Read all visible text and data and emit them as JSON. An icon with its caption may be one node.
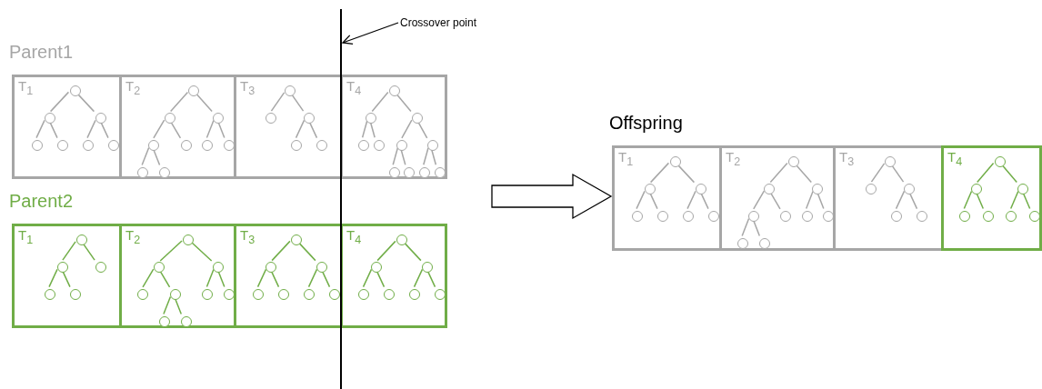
{
  "diagram": {
    "nodes": [
      {
        "text": [
          "Crossover point"
        ]
      },
      {
        "text": [],
        "shape": "bar"
      },
      {
        "text": [
          "Parent1"
        ]
      },
      {
        "text": [
          "T$_{1}$"
        ],
        "in": 2
      },
      {
        "text": [],
        "shape": "circle",
        "in": 3
      },
      {
        "text": [],
        "shape": "circle",
        "in": 3
      },
      {
        "text": [],
        "shape": "circle",
        "in": 3
      },
      {
        "text": [],
        "shape": "circle",
        "in": 3
      },
      {
        "text": [],
        "shape": "circle",
        "in": 3
      },
      {
        "text": [],
        "shape": "circle",
        "in": 3
      },
      {
        "text": [],
        "shape": "circle",
        "in": 3
      },
      {
        "text": [
          "T$_{2}$"
        ],
        "in": 2
      },
      {
        "text": [],
        "shape": "circle",
        "in": 11
      },
      {
        "text": [],
        "shape": "circle",
        "in": 11
      },
      {
        "text": [],
        "shape": "circle",
        "in": 11
      },
      {
        "text": [],
        "shape": "circle",
        "in": 11
      },
      {
        "text": [],
        "shape": "circle",
        "in": 11
      },
      {
        "text": [],
        "shape": "circle",
        "in": 11
      },
      {
        "text": [],
        "shape": "circle",
        "in": 11
      },
      {
        "text": [],
        "shape": "circle",
        "in": 11
      },
      {
        "text": [],
        "shape": "circle",
        "in": 11
      },
      {
        "text": [
          "T$_{3}$"
        ],
        "in": 2
      },
      {
        "text": [],
        "shape": "circle",
        "in": 21
      },
      {
        "text": [],
        "shape": "circle",
        "in": 21
      },
      {
        "text": [],
        "shape": "circle",
        "in": 21
      },
      {
        "text": [],
        "shape": "circle",
        "in": 21
      },
      {
        "text": [],
        "shape": "circle",
        "in": 21
      },
      {
        "text": [
          "T$_{4}$"
        ],
        "in": 2
      },
      {
        "text": [],
        "shape": "circle",
        "in": 27
      },
      {
        "text": [],
        "shape": "circle",
        "in": 27
      },
      {
        "text": [],
        "shape": "circle",
        "in": 27
      },
      {
        "text": [],
        "shape": "circle",
        "in": 27
      },
      {
        "text": [],
        "shape": "circle",
        "in": 27
      },
      {
        "text": [],
        "shape": "circle",
        "in": 27
      },
      {
        "text": [],
        "shape": "circle",
        "in": 27
      },
      {
        "text": [],
        "shape": "circle",
        "in": 27
      },
      {
        "text": [],
        "shape": "circle",
        "in": 27
      },
      {
        "text": [],
        "shape": "circle",
        "in": 27
      },
      {
        "text": [],
        "shape": "circle",
        "in": 27
      },
      {
        "text": [
          "Parent2"
        ]
      },
      {
        "text": [
          "T$_{1}$"
        ],
        "in": 39
      },
      {
        "text": [],
        "shape": "circle",
        "in": 40
      },
      {
        "text": [],
        "shape": "circle",
        "in": 40
      },
      {
        "text": [],
        "shape": "circle",
        "in": 40
      },
      {
        "text": [],
        "shape": "circle",
        "in": 40
      },
      {
        "text": [],
        "shape": "circle",
        "in": 40
      },
      {
        "text": [
          "T$_{2}$"
        ],
        "in": 39
      },
      {
        "text": [],
        "shape": "circle",
        "in": 46
      },
      {
        "text": [],
        "shape": "circle",
        "in": 46
      },
      {
        "text": [],
        "shape": "circle",
        "in": 46
      },
      {
        "text": [],
        "shape": "circle",
        "in": 46
      },
      {
        "text": [],
        "shape": "circle",
        "in": 46
      },
      {
        "text": [],
        "shape": "circle",
        "in": 46
      },
      {
        "text": [],
        "shape": "circle",
        "in": 46
      },
      {
        "text": [],
        "shape": "circle",
        "in": 46
      },
      {
        "text": [],
        "shape": "circle",
        "in": 46
      },
      {
        "text": [
          "T$_{3}$"
        ],
        "in": 39
      },
      {
        "text": [],
        "shape": "circle",
        "in": 56
      },
      {
        "text": [],
        "shape": "circle",
        "in": 56
      },
      {
        "text": [],
        "shape": "circle",
        "in": 56
      },
      {
        "text": [],
        "shape": "circle",
        "in": 56
      },
      {
        "text": [],
        "shape": "circle",
        "in": 56
      },
      {
        "text": [],
        "shape": "circle",
        "in": 56
      },
      {
        "text": [],
        "shape": "circle",
        "in": 56
      },
      {
        "text": [
          "T$_{4}$"
        ],
        "in": 39
      },
      {
        "text": [],
        "shape": "circle",
        "in": 64
      },
      {
        "text": [],
        "shape": "circle",
        "in": 64
      },
      {
        "text": [],
        "shape": "circle",
        "in": 64
      },
      {
        "text": [],
        "shape": "circle",
        "in": 64
      },
      {
        "text": [],
        "shape": "circle",
        "in": 64
      },
      {
        "text": [],
        "shape": "circle",
        "in": 64
      },
      {
        "text": [],
        "shape": "circle",
        "in": 64
      },
      {
        "text": [
          "Offspring"
        ]
      },
      {
        "text": [
          "T$_{1}$"
        ],
        "in": 72
      },
      {
        "text": [],
        "shape": "circle",
        "in": 73
      },
      {
        "text": [],
        "shape": "circle",
        "in": 73
      },
      {
        "text": [],
        "shape": "circle",
        "in": 73
      },
      {
        "text": [],
        "shape": "circle",
        "in": 73
      },
      {
        "text": [],
        "shape": "circle",
        "in": 73
      },
      {
        "text": [],
        "shape": "circle",
        "in": 73
      },
      {
        "text": [],
        "shape": "circle",
        "in": 73
      },
      {
        "text": [
          "T$_{2}$"
        ],
        "in": 72
      },
      {
        "text": [],
        "shape": "circle",
        "in": 81
      },
      {
        "text": [],
        "shape": "circle",
        "in": 81
      },
      {
        "text": [],
        "shape": "circle",
        "in": 81
      },
      {
        "text": [],
        "shape": "circle",
        "in": 81
      },
      {
        "text": [],
        "shape": "circle",
        "in": 81
      },
      {
        "text": [],
        "shape": "circle",
        "in": 81
      },
      {
        "text": [],
        "shape": "circle",
        "in": 81
      },
      {
        "text": [],
        "shape": "circle",
        "in": 81
      },
      {
        "text": [],
        "shape": "circle",
        "in": 81
      },
      {
        "text": [
          "T$_{3}$"
        ],
        "in": 72
      },
      {
        "text": [],
        "shape": "circle",
        "in": 91
      },
      {
        "text": [],
        "shape": "circle",
        "in": 91
      },
      {
        "text": [],
        "shape": "circle",
        "in": 91
      },
      {
        "text": [],
        "shape": "circle",
        "in": 91
      },
      {
        "text": [],
        "shape": "circle",
        "in": 91
      },
      {
        "text": [
          "T$_{4}$"
        ],
        "in": 72
      },
      {
        "text": [],
        "shape": "circle",
        "in": 97
      },
      {
        "text": [],
        "shape": "circle",
        "in": 97
      },
      {
        "text": [],
        "shape": "circle",
        "in": 97
      },
      {
        "text": [],
        "shape": "circle",
        "in": 97
      },
      {
        "text": [],
        "shape": "circle",
        "in": 97
      },
      {
        "text": [],
        "shape": "circle",
        "in": 97
      },
      {
        "text": [],
        "shape": "circle",
        "in": 97
      }
    ],
    "edges": [
      {
        "from": 0,
        "to": 1,
        "arrow": "to",
        "color": "#000000"
      },
      {
        "from": null,
        "to": 72,
        "arrow": "to",
        "style": "thick",
        "color": "#000000"
      },
      {
        "from": 4,
        "to": 5,
        "arrow": "none"
      },
      {
        "from": 4,
        "to": 6,
        "arrow": "none"
      },
      {
        "from": 5,
        "to": 7,
        "arrow": "none"
      },
      {
        "from": 5,
        "to": 8,
        "arrow": "none"
      },
      {
        "from": 6,
        "to": 9,
        "arrow": "none"
      },
      {
        "from": 6,
        "to": 10,
        "arrow": "none"
      },
      {
        "from": 12,
        "to": 13,
        "arrow": "none"
      },
      {
        "from": 12,
        "to": 14,
        "arrow": "none"
      },
      {
        "from": 13,
        "to": 15,
        "arrow": "none"
      },
      {
        "from": 13,
        "to": 16,
        "arrow": "none"
      },
      {
        "from": 14,
        "to": 17,
        "arrow": "none"
      },
      {
        "from": 14,
        "to": 18,
        "arrow": "none"
      },
      {
        "from": 15,
        "to": 19,
        "arrow": "none"
      },
      {
        "from": 15,
        "to": 20,
        "arrow": "none"
      },
      {
        "from": 22,
        "to": 23,
        "arrow": "none"
      },
      {
        "from": 22,
        "to": 24,
        "arrow": "none"
      },
      {
        "from": 24,
        "to": 25,
        "arrow": "none"
      },
      {
        "from": 24,
        "to": 26,
        "arrow": "none"
      },
      {
        "from": 28,
        "to": 29,
        "arrow": "none"
      },
      {
        "from": 28,
        "to": 30,
        "arrow": "none"
      },
      {
        "from": 29,
        "to": 31,
        "arrow": "none"
      },
      {
        "from": 29,
        "to": 32,
        "arrow": "none"
      },
      {
        "from": 30,
        "to": 33,
        "arrow": "none"
      },
      {
        "from": 30,
        "to": 34,
        "arrow": "none"
      },
      {
        "from": 33,
        "to": 35,
        "arrow": "none"
      },
      {
        "from": 33,
        "to": 36,
        "arrow": "none"
      },
      {
        "from": 34,
        "to": 37,
        "arrow": "none"
      },
      {
        "from": 34,
        "to": 38,
        "arrow": "none"
      },
      {
        "from": 41,
        "to": 42,
        "arrow": "none",
        "color": "#70ad47"
      },
      {
        "from": 41,
        "to": 43,
        "arrow": "none",
        "color": "#70ad47"
      },
      {
        "from": 42,
        "to": 44,
        "arrow": "none",
        "color": "#70ad47"
      },
      {
        "from": 42,
        "to": 45,
        "arrow": "none",
        "color": "#70ad47"
      },
      {
        "from": 47,
        "to": 48,
        "arrow": "none",
        "color": "#70ad47"
      },
      {
        "from": 47,
        "to": 49,
        "arrow": "none",
        "color": "#70ad47"
      },
      {
        "from": 48,
        "to": 50,
        "arrow": "none",
        "color": "#70ad47"
      },
      {
        "from": 48,
        "to": 51,
        "arrow": "none",
        "color": "#70ad47"
      },
      {
        "from": 49,
        "to": 52,
        "arrow": "none",
        "color": "#70ad47"
      },
      {
        "from": 49,
        "to": 53,
        "arrow": "none",
        "color": "#70ad47"
      },
      {
        "from": 51,
        "to": 54,
        "arrow": "none",
        "color": "#70ad47"
      },
      {
        "from": 51,
        "to": 55,
        "arrow": "none",
        "color": "#70ad47"
      },
      {
        "from": 57,
        "to": 58,
        "arrow": "none",
        "color": "#70ad47"
      },
      {
        "from": 57,
        "to": 59,
        "arrow": "none",
        "color": "#70ad47"
      },
      {
        "from": 58,
        "to": 60,
        "arrow": "none",
        "color": "#70ad47"
      },
      {
        "from": 58,
        "to": 61,
        "arrow": "none",
        "color": "#70ad47"
      },
      {
        "from": 59,
        "to": 62,
        "arrow": "none",
        "color": "#70ad47"
      },
      {
        "from": 59,
        "to": 63,
        "arrow": "none",
        "color": "#70ad47"
      },
      {
        "from": 65,
        "to": 66,
        "arrow": "none",
        "color": "#70ad47"
      },
      {
        "from": 65,
        "to": 67,
        "arrow": "none",
        "color": "#70ad47"
      },
      {
        "from": 66,
        "to": 68,
        "arrow": "none",
        "color": "#70ad47"
      },
      {
        "from": 66,
        "to": 69,
        "arrow": "none",
        "color": "#70ad47"
      },
      {
        "from": 67,
        "to": 70,
        "arrow": "none",
        "color": "#70ad47"
      },
      {
        "from": 67,
        "to": 71,
        "arrow": "none",
        "color": "#70ad47"
      },
      {
        "from": 74,
        "to": 75,
        "arrow": "none"
      },
      {
        "from": 74,
        "to": 76,
        "arrow": "none"
      },
      {
        "from": 75,
        "to": 77,
        "arrow": "none"
      },
      {
        "from": 75,
        "to": 78,
        "arrow": "none"
      },
      {
        "from": 76,
        "to": 79,
        "arrow": "none"
      },
      {
        "from": 76,
        "to": 80,
        "arrow": "none"
      },
      {
        "from": 82,
        "to": 83,
        "arrow": "none"
      },
      {
        "from": 82,
        "to": 84,
        "arrow": "none"
      },
      {
        "from": 83,
        "to": 85,
        "arrow": "none"
      },
      {
        "from": 83,
        "to": 86,
        "arrow": "none"
      },
      {
        "from": 84,
        "to": 87,
        "arrow": "none"
      },
      {
        "from": 84,
        "to": 88,
        "arrow": "none"
      },
      {
        "from": 85,
        "to": 89,
        "arrow": "none"
      },
      {
        "from": 85,
        "to": 90,
        "arrow": "none"
      },
      {
        "from": 92,
        "to": 93,
        "arrow": "none"
      },
      {
        "from": 92,
        "to": 94,
        "arrow": "none"
      },
      {
        "from": 94,
        "to": 95,
        "arrow": "none"
      },
      {
        "from": 94,
        "to": 96,
        "arrow": "none"
      },
      {
        "from": 98,
        "to": 99,
        "arrow": "none",
        "color": "#70ad47"
      },
      {
        "from": 98,
        "to": 100,
        "arrow": "none",
        "color": "#70ad47"
      },
      {
        "from": 99,
        "to": 101,
        "arrow": "none",
        "color": "#70ad47"
      },
      {
        "from": 99,
        "to": 102,
        "arrow": "none",
        "color": "#70ad47"
      },
      {
        "from": 100,
        "to": 103,
        "arrow": "none",
        "color": "#70ad47"
      },
      {
        "from": 100,
        "to": 104,
        "arrow": "none",
        "color": "#70ad47"
      }
    ]
  }
}
